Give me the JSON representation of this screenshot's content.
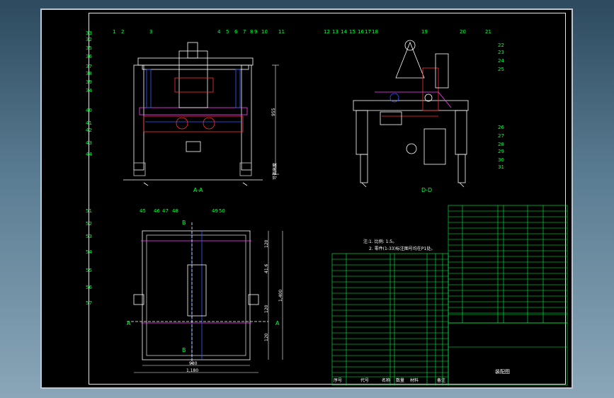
{
  "views": {
    "aa": "A-A",
    "dd": "D-D",
    "a_left": "A",
    "a_right": "A",
    "b_top": "B",
    "b_bottom": "B"
  },
  "callouts_aa_top": [
    "1",
    "2",
    "3",
    "4",
    "5",
    "6",
    "7",
    "8",
    "9",
    "10",
    "11"
  ],
  "callouts_aa_left": [
    "33",
    "32",
    "35",
    "36",
    "37",
    "38",
    "39",
    "34",
    "40",
    "41",
    "42",
    "43",
    "44"
  ],
  "callouts_dd_top": [
    "12",
    "13",
    "14",
    "15",
    "16",
    "17",
    "18",
    "19",
    "20",
    "21"
  ],
  "callouts_dd_right": [
    "22",
    "23",
    "24",
    "25",
    "26",
    "27",
    "28",
    "29",
    "30",
    "31"
  ],
  "callouts_plan_top": [
    "45",
    "46",
    "47",
    "48",
    "49",
    "50"
  ],
  "callouts_plan_left": [
    "51",
    "52",
    "53",
    "54",
    "55",
    "56",
    "57"
  ],
  "dims": {
    "aa_height": "955",
    "aa_sub": "可调高度",
    "plan_width": "980",
    "plan_total_width": "1,180",
    "plan_height": "1,400",
    "plan_d1": "120",
    "plan_d2": "41.6",
    "plan_d3": "120",
    "plan_d4": "120"
  },
  "notes": {
    "title": "技术要求",
    "line1": "注:1. 比例: 1:5。",
    "line2": "2. 零件(1-33)标注图号均在P1处。"
  },
  "title_block": {
    "header_cols": [
      "序号",
      "代号",
      "名称",
      "数量",
      "材料",
      "备注"
    ],
    "bottom_label": "装配图",
    "colors": {
      "grid": "#00ff40",
      "text": "#ffffff",
      "linework": "#ffffff",
      "cyan": "#00c8ff",
      "blue": "#3060ff",
      "red": "#ff3030",
      "magenta": "#ff40ff"
    }
  }
}
